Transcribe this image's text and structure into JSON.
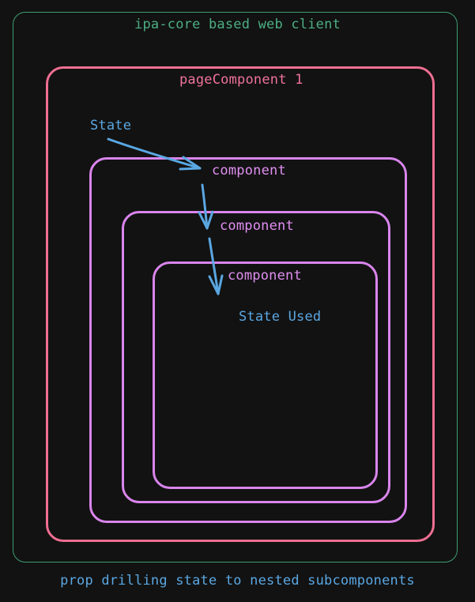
{
  "colors": {
    "background": "#121212",
    "outer_border": "#3f9d73",
    "outer_text": "#4cae83",
    "page_border": "#ef6e92",
    "page_text": "#f0739a",
    "component_border": "#d985ec",
    "component_text": "#df8ff0",
    "state_blue": "#5aa7e2"
  },
  "diagram": {
    "outer_title": "ipa-core based web client",
    "page_title": "pageComponent 1",
    "state_label": "State",
    "components": [
      {
        "label": "component"
      },
      {
        "label": "component"
      },
      {
        "label": "component"
      }
    ],
    "state_used_label": "State Used",
    "arrows": [
      {
        "from": "state",
        "to": "component-1"
      },
      {
        "from": "component-1",
        "to": "component-2"
      },
      {
        "from": "component-2",
        "to": "state-used"
      }
    ]
  },
  "caption": "prop drilling state to nested subcomponents"
}
